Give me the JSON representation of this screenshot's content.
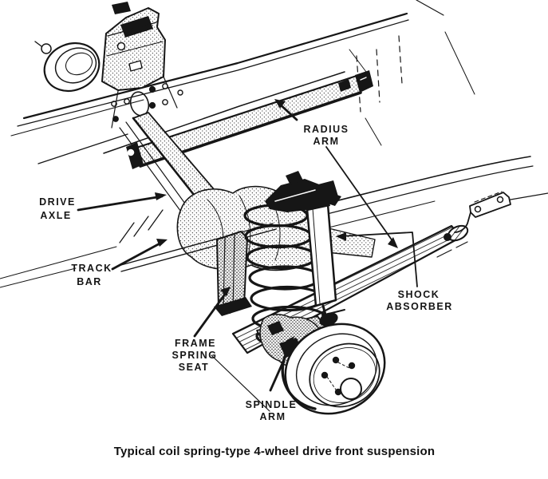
{
  "page": {
    "background": "#ffffff",
    "ink": "#161616"
  },
  "figure": {
    "caption": "Typical coil spring-type 4-wheel drive front suspension",
    "labels": {
      "radius_arm": {
        "line1": "RADIUS",
        "line2": "ARM"
      },
      "drive_axle": {
        "line1": "DRIVE",
        "line2": "AXLE"
      },
      "track_bar": {
        "line1": "TRACK",
        "line2": "BAR"
      },
      "frame_spring_seat": {
        "line1": "FRAME",
        "line2": "SPRING",
        "line3": "SEAT"
      },
      "shock_absorber": {
        "line1": "SHOCK",
        "line2": "ABSORBER"
      },
      "spindle_arm": {
        "line1": "SPINDLE",
        "line2": "ARM"
      }
    }
  }
}
